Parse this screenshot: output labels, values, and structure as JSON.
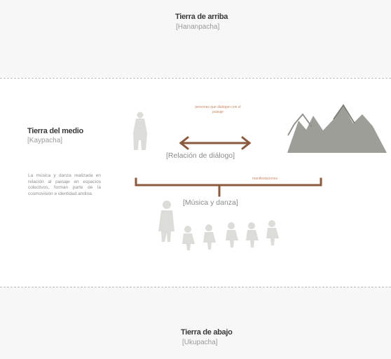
{
  "upper": {
    "title": "Tierra de arriba",
    "subtitle": "[Hananpacha]"
  },
  "middle": {
    "title": "Tierra del medio",
    "subtitle": "[Kaypacha]",
    "description": "La música y danza realizada en relación al paisaje en espacios colectivos, forman parte de la cosmovisión e identidad andina.",
    "dialogue_label": "[Relación de diálogo]",
    "dialogue_note": "personas que dialogan con el paisaje",
    "music_label": "[Música y danza]",
    "bracket_note": "manifestaciones"
  },
  "lower": {
    "title": "Tierra de abajo",
    "subtitle": "[Ukupacha]"
  },
  "colors": {
    "accent": "#8b5a3c",
    "mountain": "#9e9e98",
    "figure": "#dcdcd8",
    "dash": "#b9b9b9"
  }
}
